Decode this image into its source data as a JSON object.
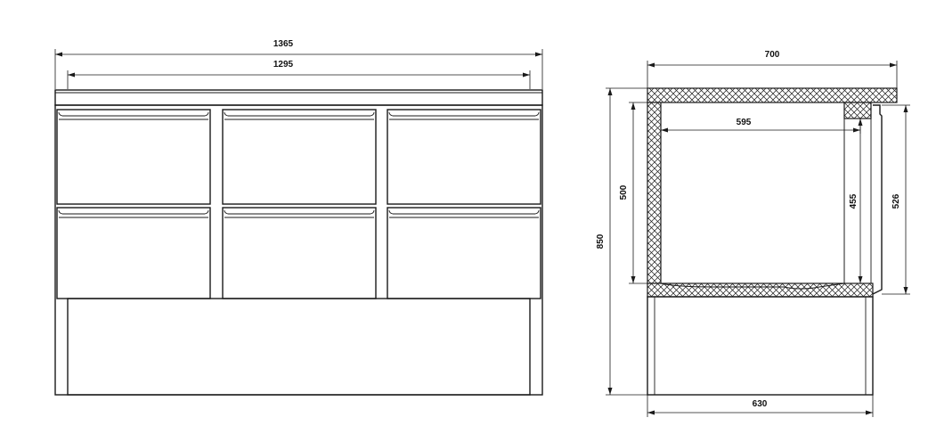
{
  "front_view": {
    "dimensions": {
      "overall_width": "1365",
      "top_width": "1295"
    },
    "drawer_count": 6
  },
  "side_view": {
    "dimensions": {
      "depth": "700",
      "inner_depth": "595",
      "inner_height": "455",
      "cabinet_height": "500",
      "total_height": "850",
      "door_height": "526",
      "base_depth": "630"
    }
  },
  "colors": {
    "line": "#1a1a1a",
    "background": "#ffffff"
  }
}
